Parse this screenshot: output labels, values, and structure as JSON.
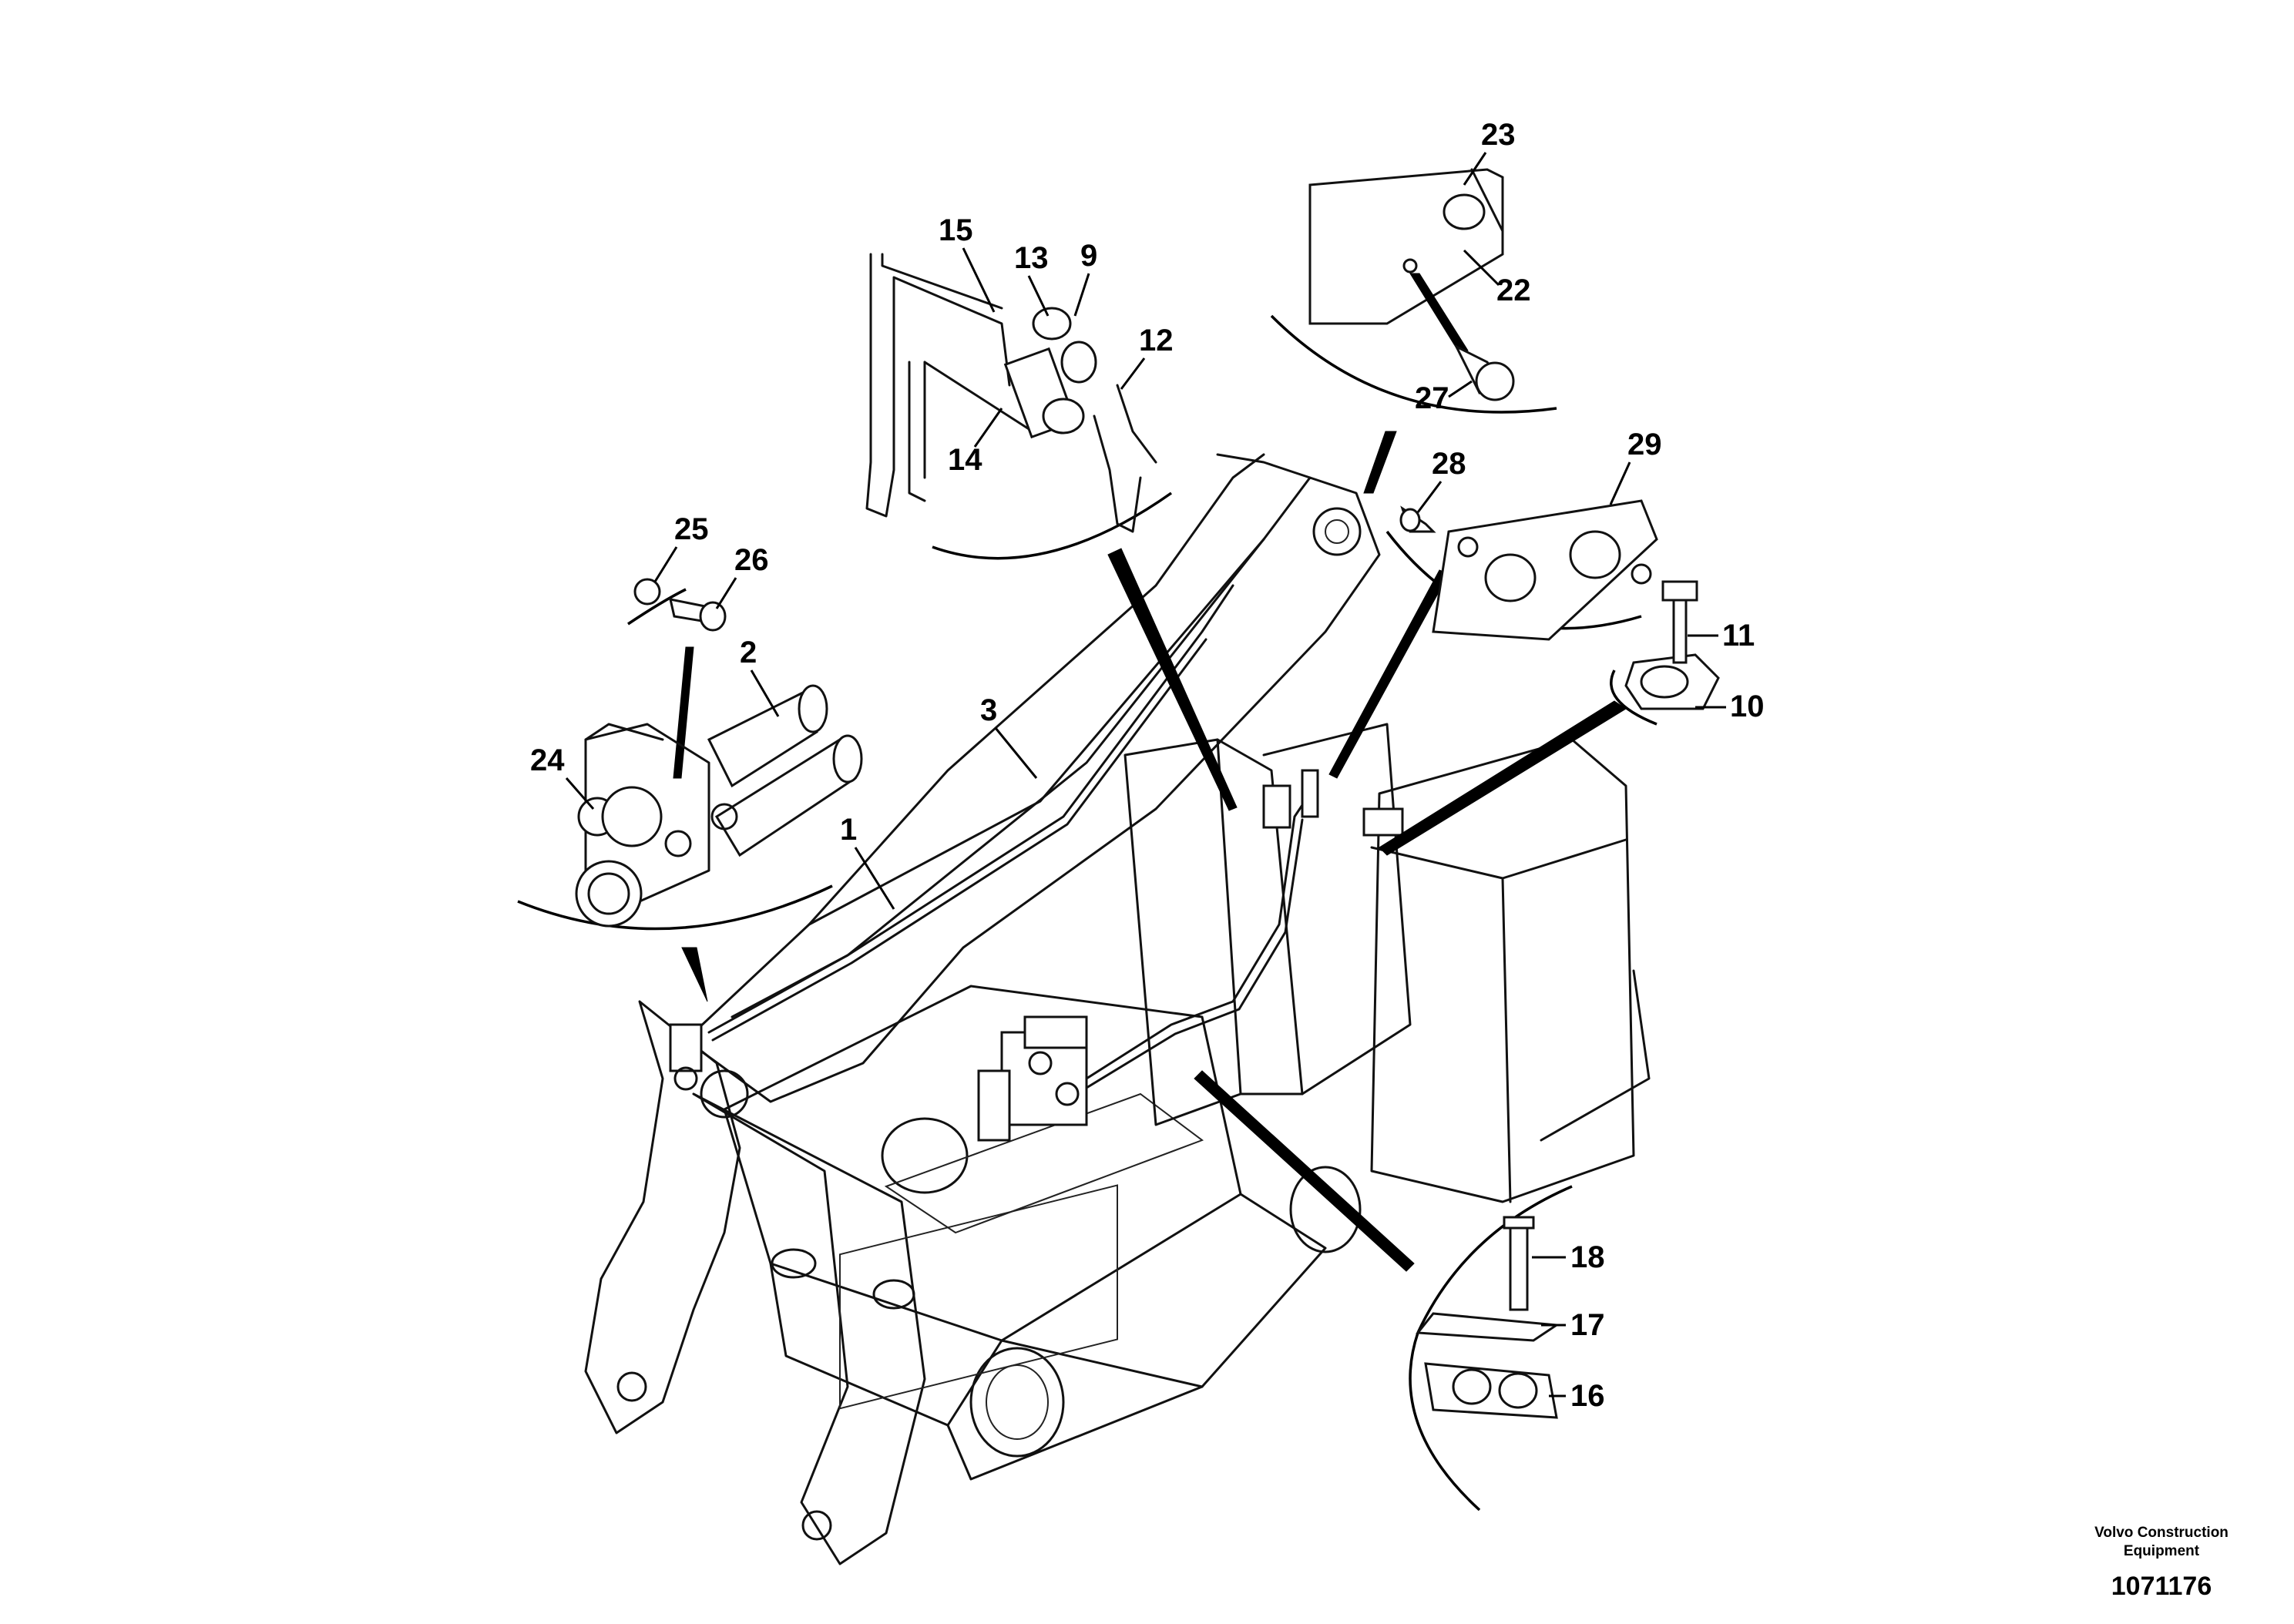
{
  "diagram": {
    "callouts": {
      "c1": "1",
      "c2": "2",
      "c3": "3",
      "c9": "9",
      "c10": "10",
      "c11": "11",
      "c12": "12",
      "c13": "13",
      "c14": "14",
      "c15": "15",
      "c16": "16",
      "c17": "17",
      "c18": "18",
      "c22": "22",
      "c23": "23",
      "c24": "24",
      "c25": "25",
      "c26": "26",
      "c27": "27",
      "c28": "28",
      "c29": "29"
    }
  },
  "footer": {
    "company": "Volvo Construction Equipment",
    "drawing_number": "1071176"
  }
}
